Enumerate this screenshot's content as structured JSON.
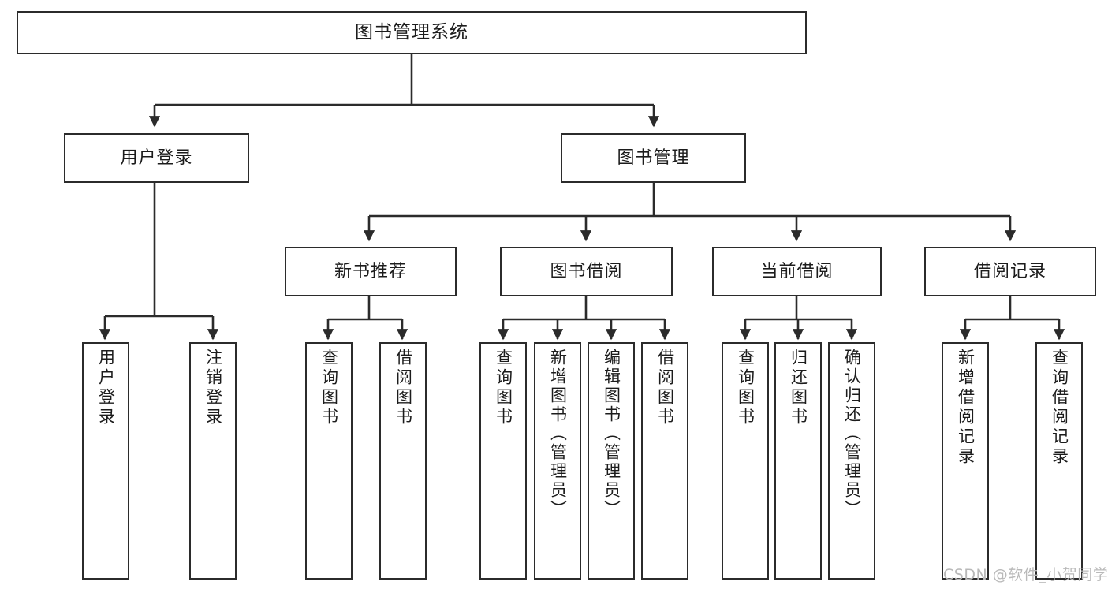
{
  "diagram": {
    "type": "tree-hierarchy-chart",
    "title": "图书管理系统",
    "root": {
      "label": "图书管理系统"
    },
    "level2": [
      {
        "label": "用户登录"
      },
      {
        "label": "图书管理"
      }
    ],
    "level3": [
      {
        "label": "新书推荐"
      },
      {
        "label": "图书借阅"
      },
      {
        "label": "当前借阅"
      },
      {
        "label": "借阅记录"
      }
    ],
    "leaves": {
      "user_login": [
        {
          "label": "用户登录"
        },
        {
          "label": "注销登录"
        }
      ],
      "new_book_recommend": [
        {
          "label": "查询图书"
        },
        {
          "label": "借阅图书"
        }
      ],
      "book_borrow": [
        {
          "label": "查询图书"
        },
        {
          "label": "新增图书（管理员）"
        },
        {
          "label": "编辑图书（管理员）"
        },
        {
          "label": "借阅图书"
        }
      ],
      "current_borrow": [
        {
          "label": "查询图书"
        },
        {
          "label": "归还图书"
        },
        {
          "label": "确认归还（管理员）"
        }
      ],
      "borrow_record": [
        {
          "label": "新增借阅记录"
        },
        {
          "label": "查询借阅记录"
        }
      ]
    }
  },
  "watermark": {
    "text": "CSDN @软件_小贺同学"
  },
  "colors": {
    "stroke": "#2b2b2b",
    "fill": "#ffffff",
    "text": "#1c1c1c",
    "watermark": "#b9b9b9"
  }
}
